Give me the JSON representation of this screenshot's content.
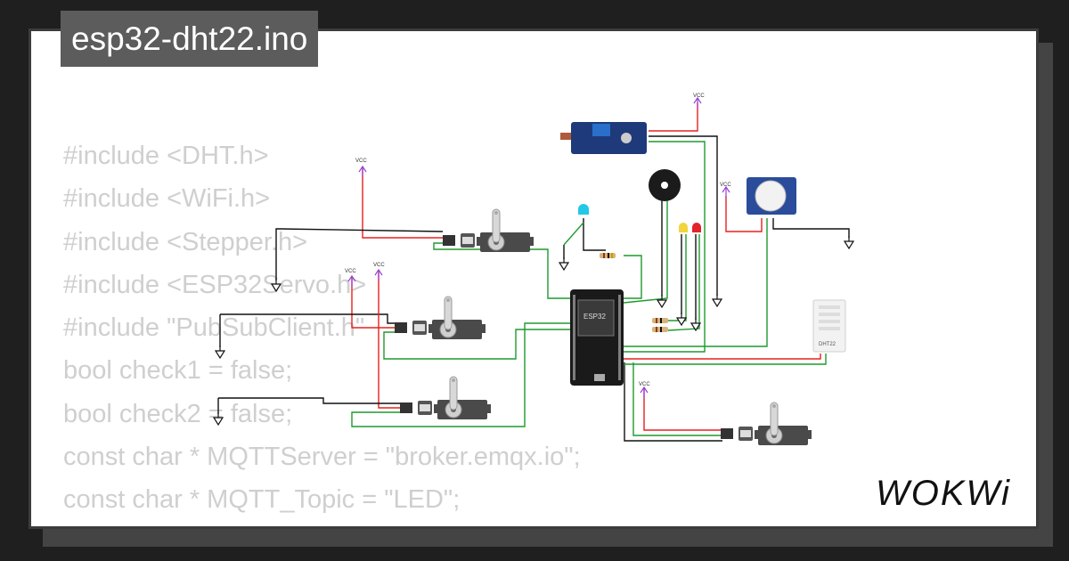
{
  "project": {
    "filename": "esp32-dht22.ino"
  },
  "code_lines": [
    "#include <DHT.h>",
    "#include <WiFi.h>",
    "#include <Stepper.h>",
    "#include <ESP32Servo.h>",
    "#include \"PubSubClient.h\"",
    "bool check1 = false;",
    "bool check2 = false;",
    "const char * MQTTServer = \"broker.emqx.io\";",
    "const char * MQTT_Topic = \"LED\";"
  ],
  "circuit": {
    "mcu_label": "ESP32",
    "sensor_label": "DHT22",
    "power_label": "VCC"
  },
  "brand": {
    "name": "WOKWi"
  },
  "colors": {
    "card_bg": "#ffffff",
    "title_bg": "#5c5c5c",
    "code_text": "#cfcfcf",
    "wire_red": "#e8201e",
    "wire_green": "#1e9a2e",
    "wire_black": "#111111",
    "vcc_purple": "#9b3fd6"
  }
}
